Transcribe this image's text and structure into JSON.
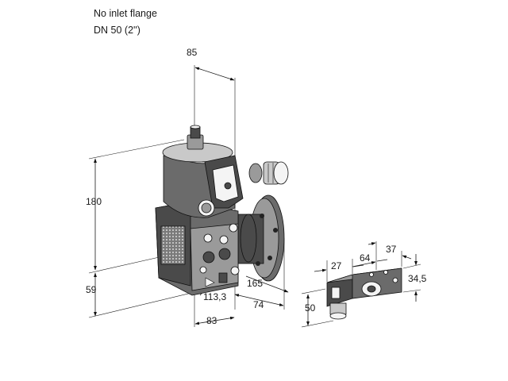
{
  "header": {
    "line1": "No inlet flange",
    "line2": "DN 50 (2'')"
  },
  "dimensions": {
    "d85": "85",
    "d180": "180",
    "d59": "59",
    "d113": "113,3",
    "d83": "83",
    "d165": "165",
    "d74": "74",
    "d27": "27",
    "d64": "64",
    "d37": "37",
    "d34": "34,5",
    "d50": "50"
  }
}
